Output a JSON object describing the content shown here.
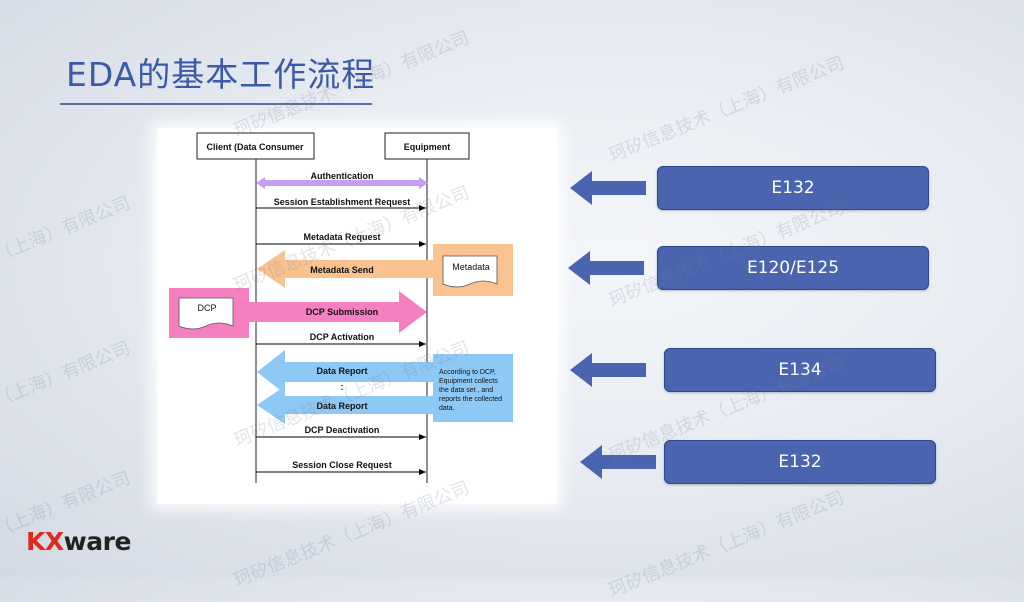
{
  "title": "EDA的基本工作流程",
  "diagram": {
    "lifelines": {
      "client": "Client (Data Consumer",
      "equipment": "Equipment"
    },
    "messages": [
      "Authentication",
      "Session Establishment Request",
      "Metadata Request",
      "Metadata Send",
      "DCP Submission",
      "DCP Activation",
      "Data Report",
      ":",
      "Data Report",
      "DCP Deactivation",
      "Session Close Request"
    ],
    "documents": {
      "metadata": "Metadata",
      "dcp": "DCP"
    },
    "note": [
      "According to DCP,",
      "Equipment collects",
      "the data set , and",
      "reports the collected",
      "data."
    ],
    "colors": {
      "auth": "#c49ef0",
      "metadata": "#f9c28f",
      "dcp": "#f57fbf",
      "data_report": "#8ec8f5"
    }
  },
  "standards": [
    "E132",
    "E120/E125",
    "E134",
    "E132"
  ],
  "logo": {
    "part1": "KX",
    "part2": "ware"
  },
  "watermark": [
    "珂矽信息技术（上海）有限公司",
    "（上海）有限公司"
  ]
}
